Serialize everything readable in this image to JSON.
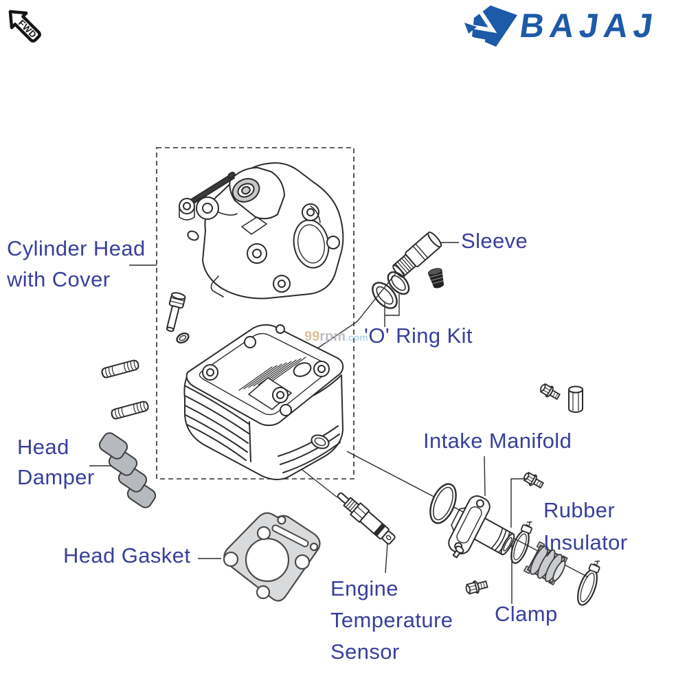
{
  "header": {
    "fwd_badge": "FWD",
    "brand_name": "BAJAJ",
    "brand_color": "#1d5aa8"
  },
  "watermark": {
    "p1": "99",
    "p2": "rpm",
    "p3": ".com"
  },
  "labels": {
    "cylinder_head_cover": {
      "line1": "Cylinder Head",
      "line2": "with Cover"
    },
    "sleeve": {
      "text": "Sleeve"
    },
    "o_ring_kit": {
      "text": "'O' Ring Kit"
    },
    "intake_manifold": {
      "text": "Intake Manifold"
    },
    "head_damper": {
      "line1": "Head",
      "line2": "Damper"
    },
    "rubber_insulator": {
      "line1": "Rubber",
      "line2": "Insulator"
    },
    "head_gasket": {
      "text": "Head Gasket"
    },
    "engine_temperature_sensor": {
      "line1": "Engine",
      "line2": "Temperature",
      "line3": "Sensor"
    },
    "clamp": {
      "text": "Clamp"
    }
  },
  "colors": {
    "label_text": "#383f9c",
    "diagram_line": "#2b2b2b",
    "part_shade_gray": "#c9cbce",
    "damper_gray": "#b6b9be",
    "gasket_gray": "#d9dadc",
    "watermark_99": "#dbb68c",
    "watermark_rpm": "#b4b4bc",
    "watermark_com": "#a9cdeb"
  }
}
